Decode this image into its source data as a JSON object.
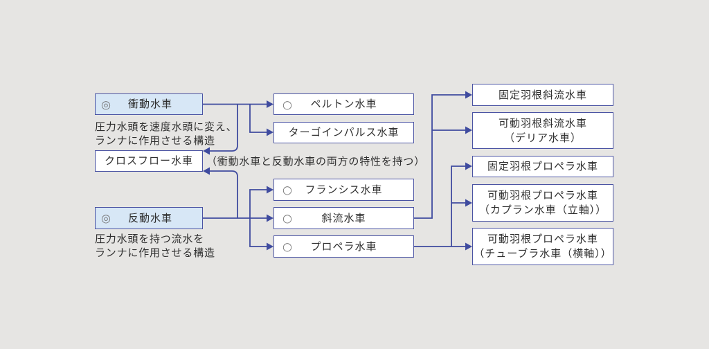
{
  "diagram": {
    "title": "水車の分類",
    "colors": {
      "line": "#3f4b9f",
      "type_box_fill": "#d7e7f6",
      "box_fill": "#ffffff",
      "background": "#e6e5e3"
    },
    "types": [
      {
        "id": "impulse",
        "mark": "◎",
        "label": "衝動水車",
        "description": [
          "圧力水頭を速度水頭に変え、",
          "ランナに作用させる構造"
        ]
      },
      {
        "id": "reaction",
        "mark": "◎",
        "label": "反動水車",
        "description": [
          "圧力水頭を持つ流水を",
          "ランナに作用させる構造"
        ]
      }
    ],
    "crossflow": {
      "label": "クロスフロー水車",
      "note": "（衝動水車と反動水車の両方の特性を持つ）"
    },
    "turbines": [
      {
        "mark": "○",
        "label": "ペルトン水車",
        "parent": "衝動水車"
      },
      {
        "mark": "",
        "label": "ターゴインパルス水車",
        "parent": "衝動水車"
      },
      {
        "mark": "○",
        "label": "フランシス水車",
        "parent": "反動水車"
      },
      {
        "mark": "○",
        "label": "斜流水車",
        "parent": "反動水車"
      },
      {
        "mark": "○",
        "label": "プロペラ水車",
        "parent": "反動水車"
      }
    ],
    "subtypes": [
      {
        "lines": [
          "固定羽根斜流水車"
        ],
        "parent": "斜流水車"
      },
      {
        "lines": [
          "可動羽根斜流水車",
          "（デリア水車）"
        ],
        "parent": "斜流水車"
      },
      {
        "lines": [
          "固定羽根プロペラ水車"
        ],
        "parent": "プロペラ水車"
      },
      {
        "lines": [
          "可動羽根プロペラ水車",
          "（カプラン水車（立軸））"
        ],
        "parent": "プロペラ水車"
      },
      {
        "lines": [
          "可動羽根プロペラ水車",
          "（チューブラ水車（横軸））"
        ],
        "parent": "プロペラ水車"
      }
    ]
  }
}
